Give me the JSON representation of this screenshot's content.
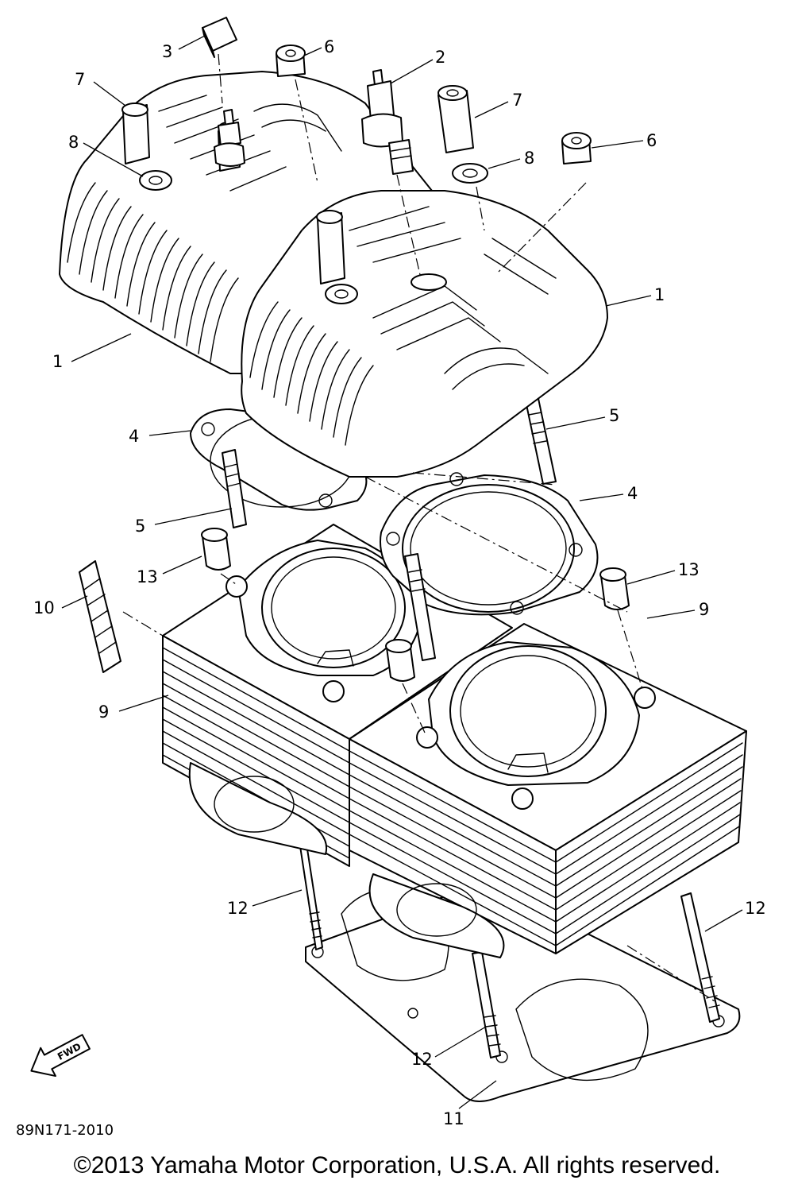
{
  "callouts": [
    {
      "id": "c3",
      "num": "3"
    },
    {
      "id": "c6a",
      "num": "6"
    },
    {
      "id": "c2",
      "num": "2"
    },
    {
      "id": "c7a",
      "num": "7"
    },
    {
      "id": "c7b",
      "num": "7"
    },
    {
      "id": "c8a",
      "num": "8"
    },
    {
      "id": "c8b",
      "num": "8"
    },
    {
      "id": "c6b",
      "num": "6"
    },
    {
      "id": "c1a",
      "num": "1"
    },
    {
      "id": "c1b",
      "num": "1"
    },
    {
      "id": "c5a",
      "num": "5"
    },
    {
      "id": "c4a",
      "num": "4"
    },
    {
      "id": "c4b",
      "num": "4"
    },
    {
      "id": "c5b",
      "num": "5"
    },
    {
      "id": "c13a",
      "num": "13"
    },
    {
      "id": "c13b",
      "num": "13"
    },
    {
      "id": "c10",
      "num": "10"
    },
    {
      "id": "c9a",
      "num": "9"
    },
    {
      "id": "c9b",
      "num": "9"
    },
    {
      "id": "c12a",
      "num": "12"
    },
    {
      "id": "c12b",
      "num": "12"
    },
    {
      "id": "c12c",
      "num": "12"
    },
    {
      "id": "c11",
      "num": "11"
    }
  ],
  "fwd_label": "FWD",
  "diagram_code": "89N171-2010",
  "copyright": "©2013 Yamaha Motor Corporation, U.S.A. All rights reserved."
}
